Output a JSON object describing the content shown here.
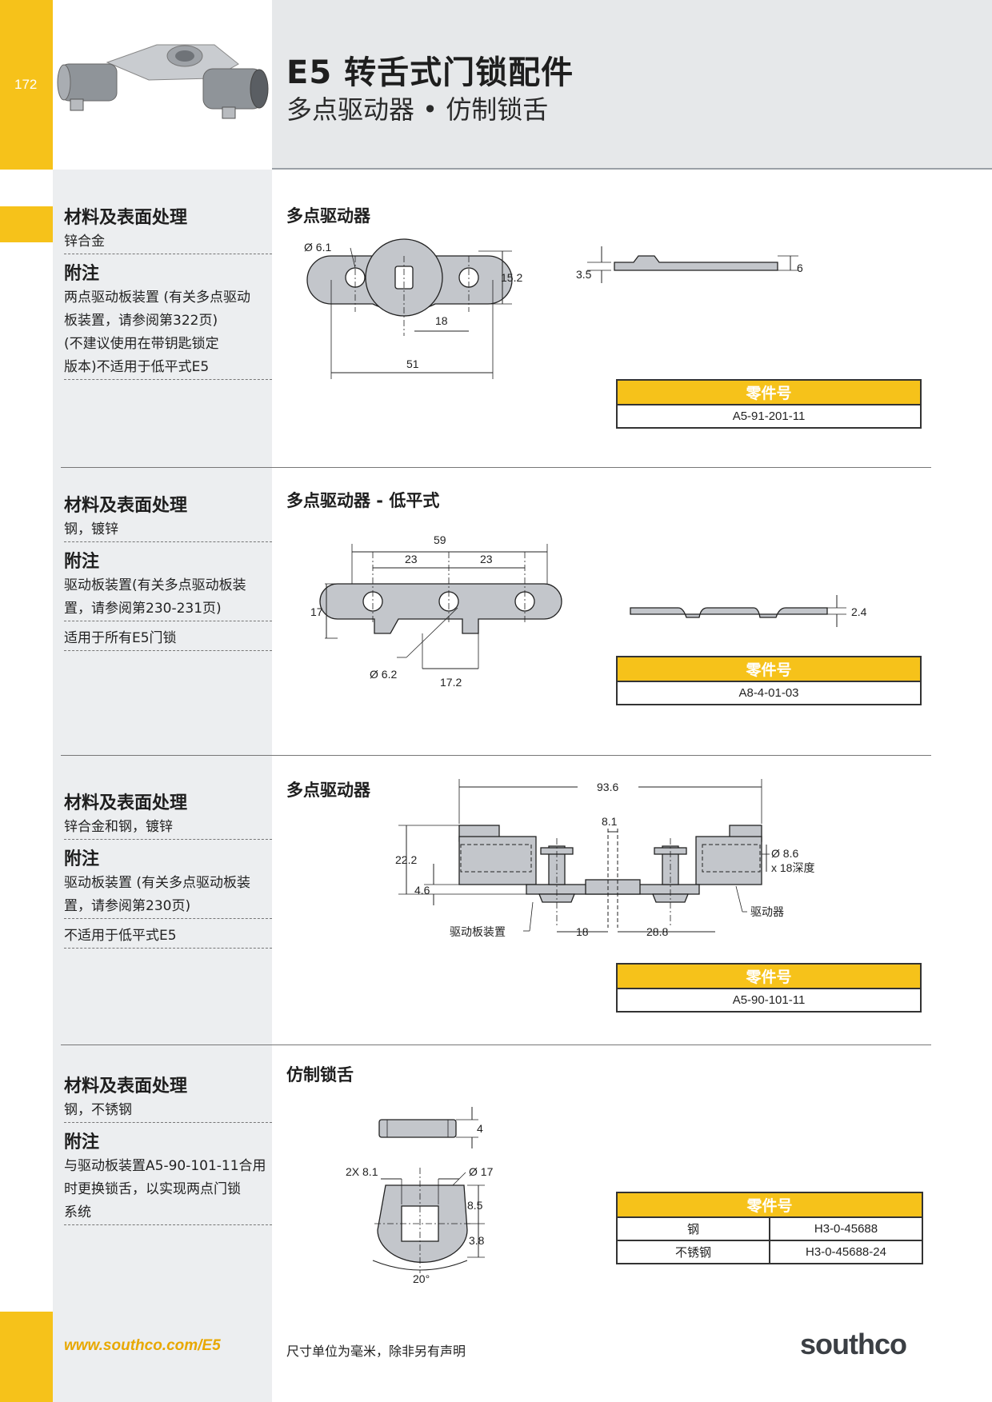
{
  "page_number": "172",
  "title": "E5 转舌式门锁配件",
  "subtitle": "多点驱动器 • 仿制锁舌",
  "part_no_header": "零件号",
  "sections": [
    {
      "heading": "多点驱动器",
      "material_label": "材料及表面处理",
      "material": "锌合金",
      "notes_label": "附注",
      "notes": [
        "两点驱动板装置 (有关多点驱动",
        "板装置，请参阅第322页)",
        "(不建议使用在带钥匙锁定",
        "版本)不适用于低平式E5"
      ],
      "part_numbers": [
        "A5-91-201-11"
      ],
      "dims": {
        "d1": "Ø 6.1",
        "d2": "15.2",
        "d3": "18",
        "d4": "51",
        "d5": "3.5",
        "d6": "6"
      }
    },
    {
      "heading": "多点驱动器 - 低平式",
      "material_label": "材料及表面处理",
      "material": "钢，镀锌",
      "notes_label": "附注",
      "notes": [
        "驱动板装置(有关多点驱动板装",
        "置，请参阅第230-231页)"
      ],
      "extra_note": "适用于所有E5门锁",
      "part_numbers": [
        "A8-4-01-03"
      ],
      "dims": {
        "d1": "59",
        "d2": "23",
        "d3": "23",
        "d4": "17",
        "d5": "Ø 6.2",
        "d6": "17.2",
        "d7": "2.4"
      }
    },
    {
      "heading": "多点驱动器",
      "material_label": "材料及表面处理",
      "material": "锌合金和钢，镀锌",
      "notes_label": "附注",
      "notes": [
        "驱动板装置 (有关多点驱动板装",
        "置，请参阅第230页)"
      ],
      "extra_note": "不适用于低平式E5",
      "part_numbers": [
        "A5-90-101-11"
      ],
      "dims": {
        "d1": "93.6",
        "d2": "8.1",
        "d3": "22.2",
        "d4": "4.6",
        "d5": "Ø 8.6",
        "d6": "x 18深度",
        "d7": "18",
        "d8": "28.8",
        "label1": "驱动器",
        "label2": "驱动板装置"
      }
    },
    {
      "heading": "仿制锁舌",
      "material_label": "材料及表面处理",
      "material": "钢，不锈钢",
      "notes_label": "附注",
      "notes": [
        "与驱动板装置A5-90-101-11合用",
        "时更换锁舌，以实现两点门锁",
        "系统"
      ],
      "part_rows": [
        {
          "material": "钢",
          "part": "H3-0-45688"
        },
        {
          "material": "不锈钢",
          "part": "H3-0-45688-24"
        }
      ],
      "dims": {
        "d1": "4",
        "d2": "2X  8.1",
        "d3": "Ø 17",
        "d4": "8.5",
        "d5": "3.8",
        "d6": "20°"
      }
    }
  ],
  "footer": {
    "url": "www.southco.com/E5",
    "note": "尺寸单位为毫米，除非另有声明",
    "logo": "southco"
  },
  "colors": {
    "accent": "#f6c21a",
    "panel": "#eceef0",
    "header": "#e6e8ea"
  }
}
